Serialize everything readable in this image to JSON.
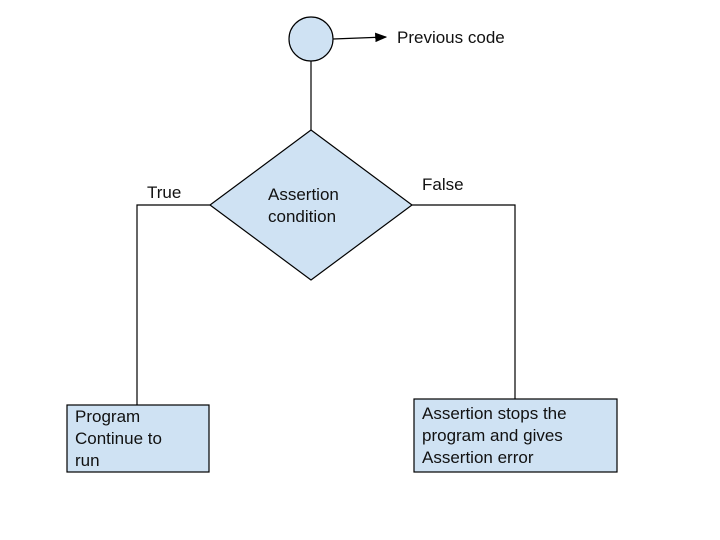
{
  "diagram": {
    "start": {
      "arrow_label": "Previous code"
    },
    "decision": {
      "line1": "Assertion",
      "line2": "condition"
    },
    "branches": {
      "true_label": "True",
      "false_label": "False"
    },
    "true_box": {
      "line1": "Program",
      "line2": "Continue to",
      "line3": "run"
    },
    "false_box": {
      "line1": "Assertion stops the",
      "line2": "program and gives",
      "line3": "Assertion error"
    }
  },
  "colors": {
    "shape_fill": "#cfe2f3",
    "stroke": "#000000"
  }
}
